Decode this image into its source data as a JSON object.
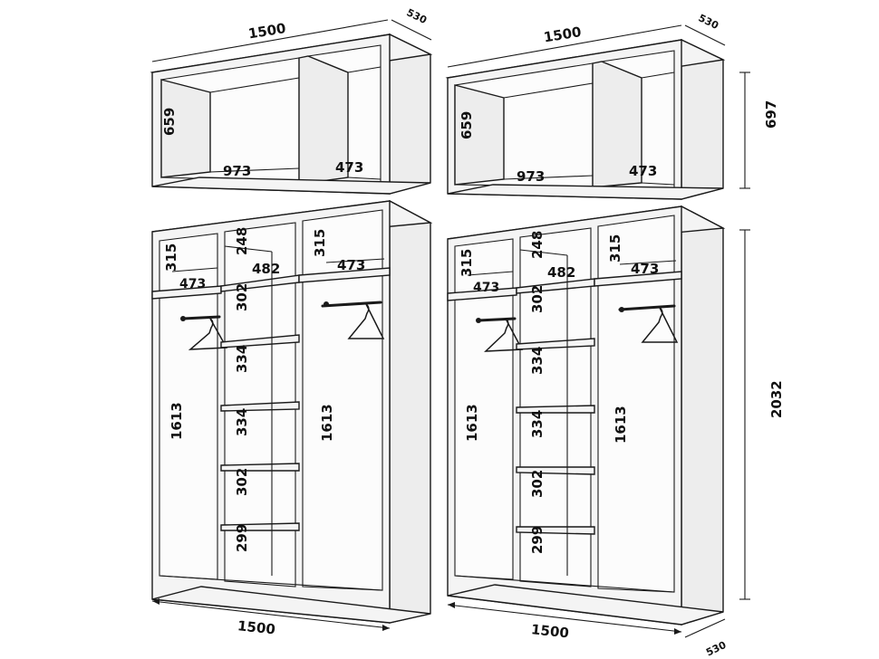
{
  "left_unit": {
    "top_box": {
      "width": "1500",
      "depth": "530",
      "height": "659",
      "inner_width_left": "973",
      "inner_width_right": "473"
    },
    "main": {
      "left_column": {
        "top_shelf": "315",
        "shelf_width": "473",
        "hang_height": "1613"
      },
      "middle_column": {
        "top": "248",
        "shelf_width": "482",
        "s1": "302",
        "s2": "334",
        "s3": "334",
        "s4": "302",
        "s5": "299"
      },
      "right_column": {
        "top_shelf": "315",
        "shelf_width": "473",
        "hang_height": "1613"
      },
      "width": "1500"
    }
  },
  "right_unit": {
    "top_box": {
      "width": "1500",
      "depth": "530",
      "height": "659",
      "height_total": "697",
      "inner_width_left": "973",
      "inner_width_right": "473"
    },
    "main": {
      "left_column": {
        "top_shelf": "315",
        "shelf_width": "473",
        "hang_height": "1613"
      },
      "middle_column": {
        "top": "248",
        "shelf_width": "482",
        "s1": "302",
        "s2": "334",
        "s3": "334",
        "s4": "302",
        "s5": "299"
      },
      "right_column": {
        "top_shelf": "315",
        "shelf_width": "473",
        "hang_height": "1613"
      },
      "width": "1500",
      "depth": "530",
      "height_total": "2032"
    }
  }
}
